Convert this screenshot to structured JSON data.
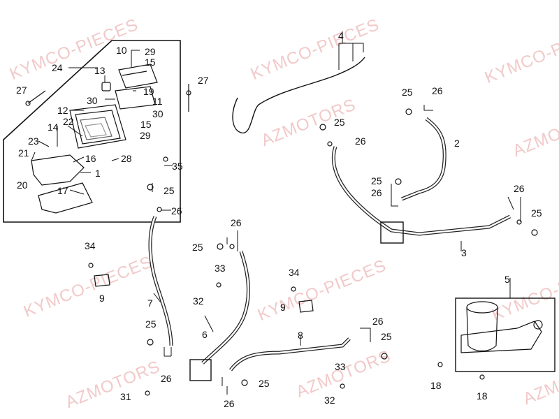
{
  "watermarks": {
    "kymco": "KYMCO-PIECES",
    "az": "AZMOTORS"
  },
  "callouts": {
    "c1": "1",
    "c2": "2",
    "c3": "3",
    "c4": "4",
    "c5": "5",
    "c6": "6",
    "c7": "7",
    "c8": "8",
    "c9a": "9",
    "c9b": "9",
    "c10": "10",
    "c11": "11",
    "c12": "12",
    "c13": "13",
    "c14": "14",
    "c15a": "15",
    "c15b": "15",
    "c16": "16",
    "c17": "17",
    "c18a": "18",
    "c18b": "18",
    "c19": "19",
    "c20": "20",
    "c21": "21",
    "c22": "22",
    "c23": "23",
    "c24": "24",
    "c25a": "25",
    "c25b": "25",
    "c25c": "25",
    "c25d": "25",
    "c25e": "25",
    "c25f": "25",
    "c25g": "25",
    "c25h": "25",
    "c25i": "25",
    "c26a": "26",
    "c26b": "26",
    "c26c": "26",
    "c26d": "26",
    "c26e": "26",
    "c26f": "26",
    "c26g": "26",
    "c26h": "26",
    "c26i": "26",
    "c27a": "27",
    "c27b": "27",
    "c28": "28",
    "c29a": "29",
    "c29b": "29",
    "c30a": "30",
    "c30b": "30",
    "c31": "31",
    "c32a": "32",
    "c32b": "32",
    "c33a": "33",
    "c33b": "33",
    "c34a": "34",
    "c34b": "34",
    "c35": "35"
  }
}
